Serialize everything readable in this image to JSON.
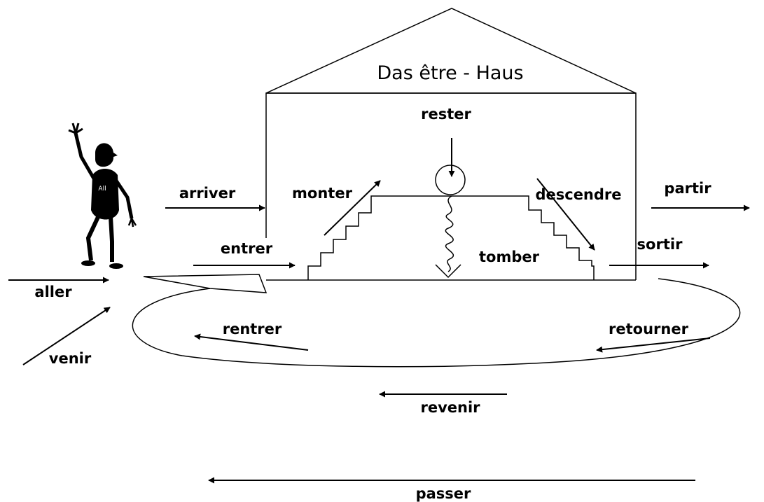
{
  "title": "Das être - Haus",
  "person": {
    "shirt_label": "All"
  },
  "verbs": {
    "arriver": "arriver",
    "entrer": "entrer",
    "monter": "monter",
    "rester": "rester",
    "descendre": "descendre",
    "tomber": "tomber",
    "partir": "partir",
    "sortir": "sortir",
    "aller": "aller",
    "venir": "venir",
    "rentrer": "rentrer",
    "retourner": "retourner",
    "revenir": "revenir",
    "passer": "passer"
  }
}
